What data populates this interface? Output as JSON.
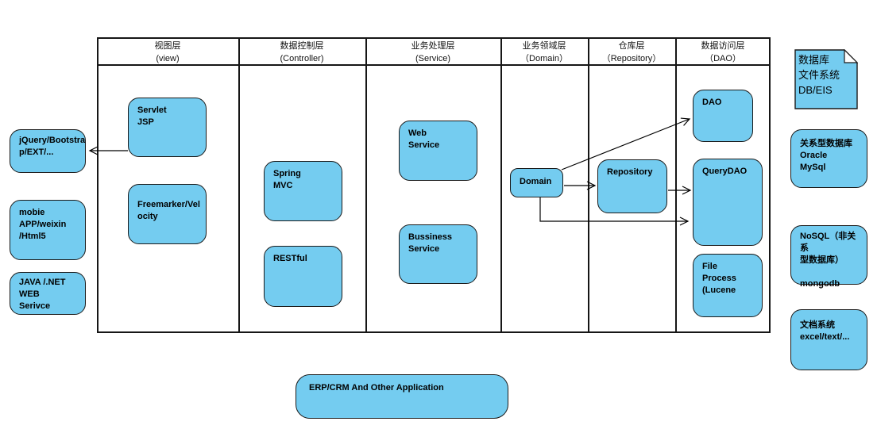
{
  "diagram": {
    "colors": {
      "node_fill": "#74CCF0",
      "node_border": "#1a1a1a",
      "line": "#000000"
    },
    "layers": [
      {
        "zh": "视图层",
        "en": "(view)"
      },
      {
        "zh": "数据控制层",
        "en": "(Controller)"
      },
      {
        "zh": "业务处理层",
        "en": "(Service)"
      },
      {
        "zh": "业务领域层",
        "en": "（Domain）"
      },
      {
        "zh": "仓库层",
        "en": "（Repository）"
      },
      {
        "zh": "数据访问层",
        "en": "（DAO）"
      }
    ],
    "clients": {
      "jquery": "jQuery/Bootstra\np/EXT/...",
      "mobile": "mobie\nAPP/weixin\n/Html5",
      "java": "JAVA /.NET\nWEB\nSerivce"
    },
    "view": {
      "servlet": "Servlet\nJSP",
      "freemarker": "Freemarker/Vel\nocity"
    },
    "controller": {
      "spring": "Spring\nMVC",
      "restful": "RESTful"
    },
    "service": {
      "web": "Web\nService",
      "bussiness": "Bussiness\nService"
    },
    "domain": {
      "domain": "Domain"
    },
    "repository": {
      "repository": "Repository"
    },
    "dao": {
      "dao": "DAO",
      "querydao": "QueryDAO",
      "fileprocess": "File\nProcess\n(Lucene"
    },
    "datasources": {
      "db_note": "数据库\n文件系统\nDB/EIS",
      "relational": "关系型数据库\nOracle\nMySql",
      "nosql": "NoSQL（非关系\n型数据库）\n\nmongodb",
      "docs": "文档系统\nexcel/text/..."
    },
    "bottom": {
      "erp": "ERP/CRM And Other Application"
    }
  }
}
